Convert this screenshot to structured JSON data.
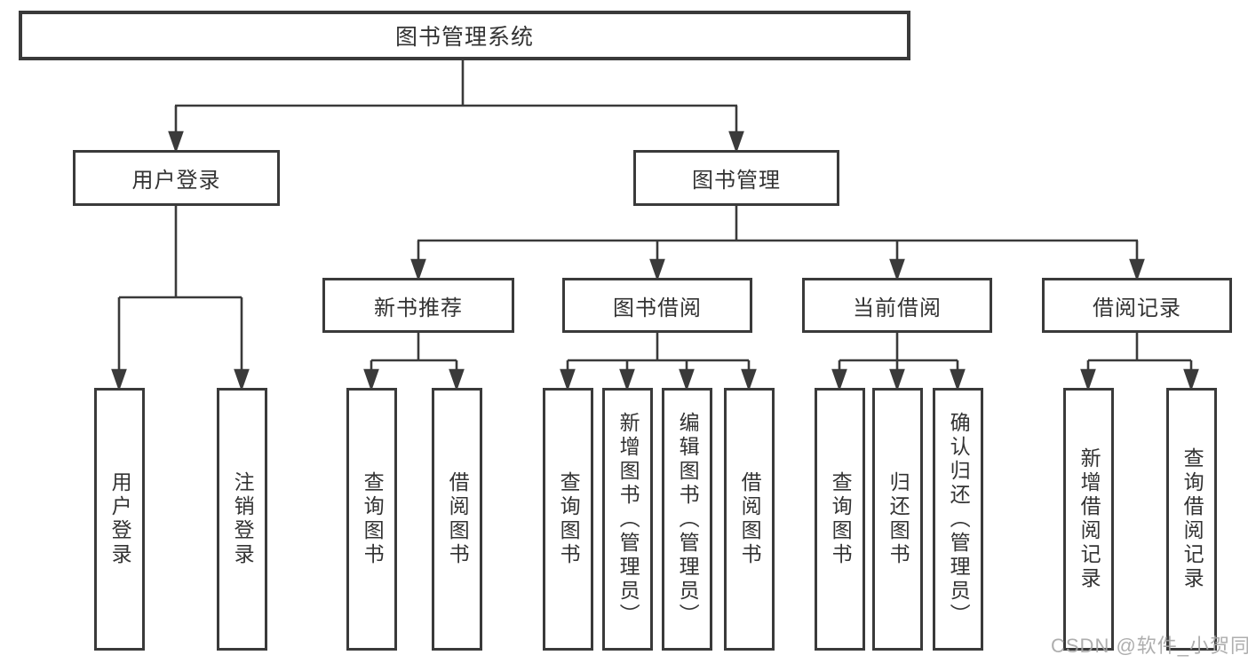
{
  "diagram": {
    "root": {
      "label": "图书管理系统"
    },
    "level2": [
      {
        "label": "用户登录"
      },
      {
        "label": "图书管理"
      }
    ],
    "level3": [
      {
        "label": "新书推荐"
      },
      {
        "label": "图书借阅"
      },
      {
        "label": "当前借阅"
      },
      {
        "label": "借阅记录"
      }
    ],
    "leaves": {
      "user_login": [
        {
          "label": "用户登录"
        },
        {
          "label": "注销登录"
        }
      ],
      "new_book": [
        {
          "label": "查询图书"
        },
        {
          "label": "借阅图书"
        }
      ],
      "book_borrow": [
        {
          "label": "查询图书"
        },
        {
          "label": "新增图书（管理员）"
        },
        {
          "label": "编辑图书（管理员）"
        },
        {
          "label": "借阅图书"
        }
      ],
      "current_borrow": [
        {
          "label": "查询图书"
        },
        {
          "label": "归还图书"
        },
        {
          "label": "确认归还（管理员）"
        }
      ],
      "borrow_records": [
        {
          "label": "新增借阅记录"
        },
        {
          "label": "查询借阅记录"
        }
      ]
    },
    "colors": {
      "line": "#3a3a3a",
      "text": "#333333",
      "box_bg": "#ffffff",
      "watermark": "#a5a5a5"
    }
  },
  "watermark": {
    "text": "CSDN @软件_小贺同学"
  }
}
